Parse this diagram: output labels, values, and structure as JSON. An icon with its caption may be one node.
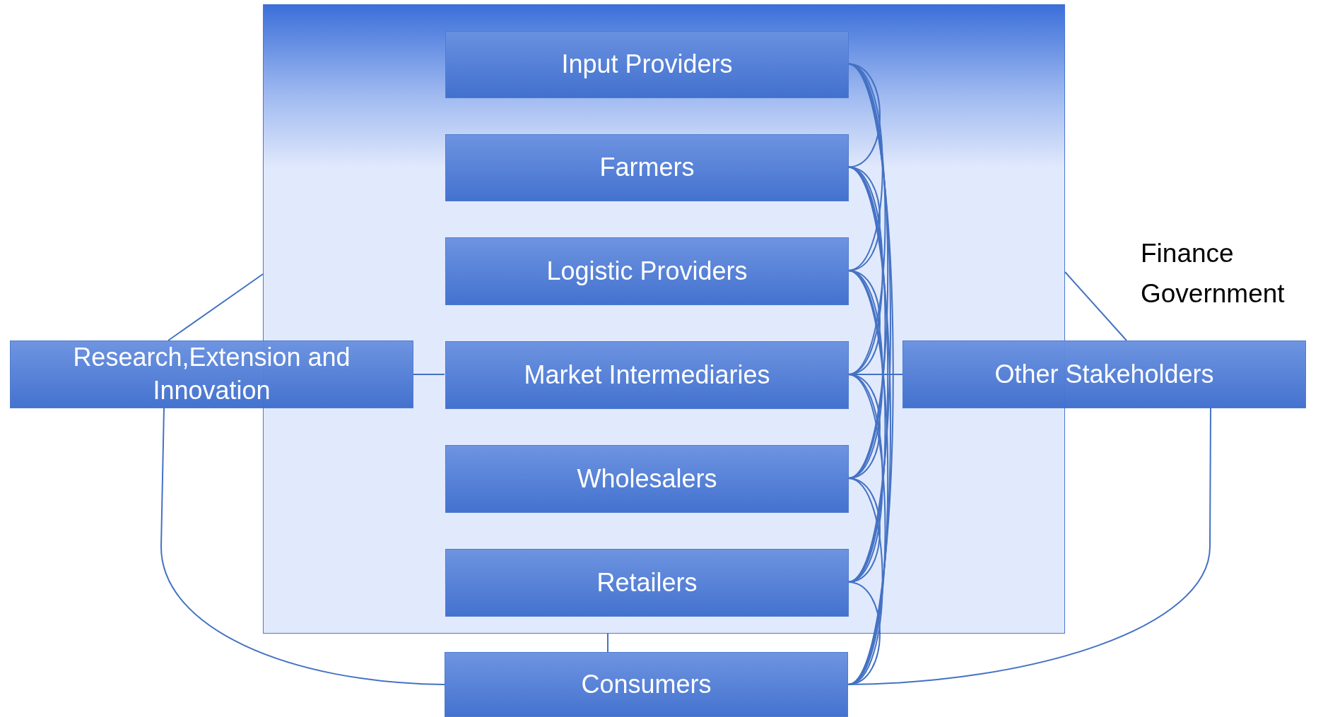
{
  "diagram": {
    "nodes": [
      {
        "text": [],
        "shape": "box"
      },
      {
        "text": [
          "Input Providers"
        ],
        "in": 0
      },
      {
        "text": [
          "Farmers"
        ],
        "in": 0
      },
      {
        "text": [
          "Logistic Providers"
        ],
        "in": 0
      },
      {
        "text": [
          "Market Intermediaries"
        ],
        "in": 0
      },
      {
        "text": [
          "Wholesalers"
        ],
        "in": 0
      },
      {
        "text": [
          "Retailers"
        ],
        "in": 0
      },
      {
        "text": [
          "Consumers"
        ]
      },
      {
        "text": [
          "Research,Extension and Innovation"
        ]
      },
      {
        "text": [
          "Other Stakeholders"
        ]
      }
    ],
    "edges": [
      {
        "from": 0,
        "to": 8,
        "arrow": "none"
      },
      {
        "from": 0,
        "to": 9,
        "arrow": "none"
      },
      {
        "from": 8,
        "to": 4,
        "arrow": "none"
      },
      {
        "from": 4,
        "to": 9,
        "arrow": "none"
      },
      {
        "from": 0,
        "to": 7,
        "arrow": "none"
      },
      {
        "from": 8,
        "to": 7,
        "arrow": "none"
      },
      {
        "from": 9,
        "to": 7,
        "arrow": "none"
      },
      {
        "from": 1,
        "to": 2,
        "arrow": "none"
      },
      {
        "from": 1,
        "to": 3,
        "arrow": "none"
      },
      {
        "from": 1,
        "to": 4,
        "arrow": "none"
      },
      {
        "from": 1,
        "to": 5,
        "arrow": "none"
      },
      {
        "from": 1,
        "to": 6,
        "arrow": "none"
      },
      {
        "from": 1,
        "to": 7,
        "arrow": "none"
      },
      {
        "from": 2,
        "to": 3,
        "arrow": "none"
      },
      {
        "from": 2,
        "to": 4,
        "arrow": "none"
      },
      {
        "from": 2,
        "to": 5,
        "arrow": "none"
      },
      {
        "from": 2,
        "to": 6,
        "arrow": "none"
      },
      {
        "from": 2,
        "to": 7,
        "arrow": "none"
      },
      {
        "from": 3,
        "to": 4,
        "arrow": "none"
      },
      {
        "from": 3,
        "to": 5,
        "arrow": "none"
      },
      {
        "from": 3,
        "to": 6,
        "arrow": "none"
      },
      {
        "from": 3,
        "to": 7,
        "arrow": "none"
      },
      {
        "from": 4,
        "to": 5,
        "arrow": "none"
      },
      {
        "from": 4,
        "to": 6,
        "arrow": "none"
      },
      {
        "from": 4,
        "to": 7,
        "arrow": "none"
      },
      {
        "from": 5,
        "to": 6,
        "arrow": "none"
      },
      {
        "from": 5,
        "to": 7,
        "arrow": "none"
      },
      {
        "from": 6,
        "to": 7,
        "arrow": "none"
      }
    ],
    "labels": [
      "Finance",
      "Government"
    ]
  }
}
